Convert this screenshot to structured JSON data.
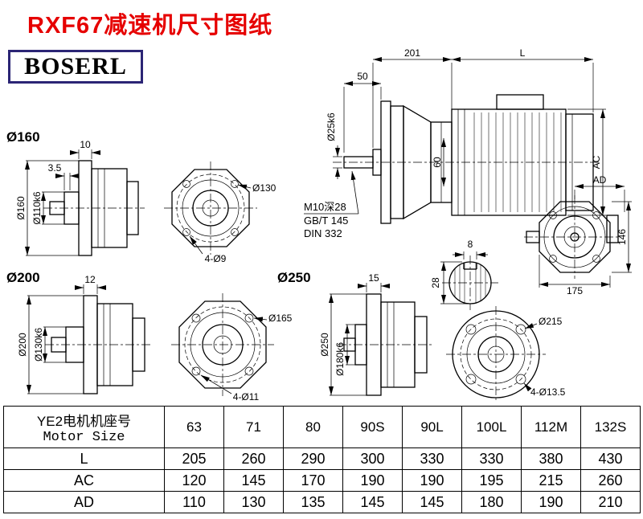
{
  "title": "RXF67减速机尺寸图纸",
  "brand": "BOSERL",
  "views": {
    "flange160": {
      "label": "Ø160",
      "thickness": "10",
      "step": "3.5",
      "outer_dia": "Ø160",
      "pilot_dia": "Ø110k6",
      "bolt_circle": "Ø130",
      "holes": "4-Ø9"
    },
    "flange200": {
      "label": "Ø200",
      "thickness": "12",
      "outer_dia": "Ø200",
      "pilot_dia": "Ø130k6",
      "bolt_circle": "Ø165",
      "holes": "4-Ø11"
    },
    "flange250": {
      "label": "Ø250",
      "thickness": "15",
      "outer_dia": "Ø250",
      "pilot_dia": "Ø180k6",
      "bolt_circle": "Ø215",
      "holes": "4-Ø13.5"
    },
    "assembly": {
      "length_201": "201",
      "length_L": "L",
      "shaft_len": "50",
      "shaft_dia": "Ø25k6",
      "hub_60": "60",
      "motor_AC": "AC"
    },
    "thread_note": [
      "M10深28",
      "GB/T 145",
      "DIN 332"
    ],
    "key_section": {
      "key_width": "8",
      "height": "28"
    },
    "motor_view": {
      "AD": "AD",
      "h146": "146",
      "w175": "175"
    }
  },
  "table": {
    "header_cn": "YE2电机机座号",
    "header_en": "Motor Size",
    "sizes": [
      "63",
      "71",
      "80",
      "90S",
      "90L",
      "100L",
      "112M",
      "132S"
    ],
    "rows": [
      {
        "label": "L",
        "values": [
          "205",
          "260",
          "290",
          "300",
          "330",
          "330",
          "380",
          "430"
        ]
      },
      {
        "label": "AC",
        "values": [
          "120",
          "145",
          "170",
          "190",
          "190",
          "195",
          "215",
          "260"
        ]
      },
      {
        "label": "AD",
        "values": [
          "110",
          "130",
          "135",
          "145",
          "145",
          "180",
          "190",
          "210"
        ]
      }
    ]
  }
}
